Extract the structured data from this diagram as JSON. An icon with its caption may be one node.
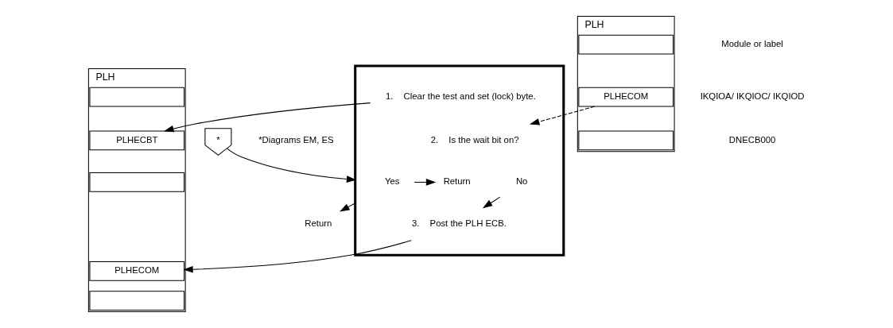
{
  "diagram": {
    "nodes": [
      {
        "text": [
          "*"
        ],
        "beside": [
          "*Diagrams EM, ES"
        ]
      },
      {
        "text": [
          "PLH"
        ]
      },
      {
        "text": [],
        "shape": "box",
        "in": 1
      },
      {
        "text": [
          "PLHECOM"
        ],
        "in": 1
      },
      {
        "text": [],
        "shape": "box",
        "in": 1
      },
      {
        "text": [],
        "shape": "box"
      },
      {
        "text": [
          "1.",
          "Clear the test and set (lock) byte."
        ],
        "in": 5
      },
      {
        "text": [
          "2.",
          "Is the wait bit on?"
        ],
        "in": 5
      },
      {
        "text": [
          "No"
        ],
        "in": 5
      },
      {
        "text": [
          "Yes"
        ],
        "in": 5
      },
      {
        "text": [
          "Return"
        ],
        "in": 5
      },
      {
        "text": [
          "3.",
          "Post the PLH ECB."
        ],
        "in": 5
      },
      {
        "text": [
          "Return"
        ]
      },
      {
        "text": [
          "PLH"
        ]
      },
      {
        "text": [],
        "shape": "box",
        "in": 13
      },
      {
        "text": [
          "PLHECBT"
        ],
        "in": 13
      },
      {
        "text": [],
        "shape": "box",
        "in": 13
      },
      {
        "text": [
          "PLHECOM"
        ],
        "in": 13
      },
      {
        "text": [],
        "shape": "box",
        "in": 13
      }
    ],
    "edges": [
      {
        "from": 0,
        "to": 5,
        "arrow": "to"
      },
      {
        "from": 3,
        "to": 7,
        "arrow": "to",
        "style": "dashed"
      },
      {
        "from": 6,
        "to": 15,
        "arrow": "to"
      },
      {
        "from": 8,
        "to": 11,
        "arrow": "to"
      },
      {
        "from": 9,
        "to": 10,
        "arrow": "to"
      },
      {
        "from": 11,
        "to": 17,
        "arrow": "to"
      },
      {
        "from": 5,
        "to": 12,
        "arrow": "to"
      }
    ],
    "labels": [
      "Module or label",
      "IKQIOA/ IKQIOC/ IKQIOD",
      "DNECB000"
    ]
  }
}
